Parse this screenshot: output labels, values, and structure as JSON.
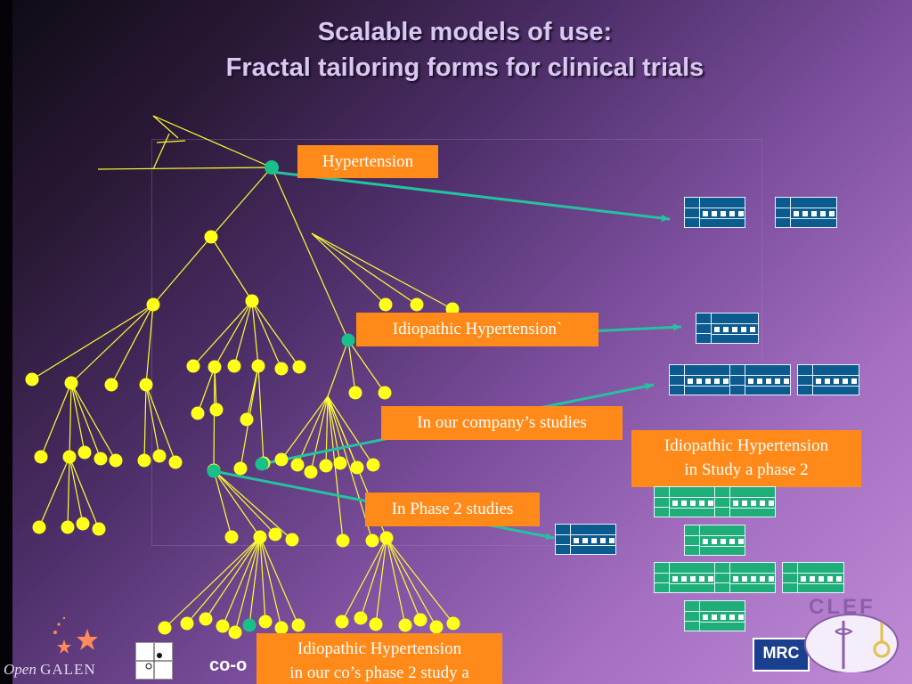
{
  "title": {
    "line1": "Scalable models of use:",
    "line2": "Fractal tailoring forms for clinical trials"
  },
  "labels": {
    "hypertension": "Hypertension",
    "idiopathic": "Idiopathic  Hypertension`",
    "company": "In our company’s studies",
    "study_line1": "Idiopathic Hypertension",
    "study_line2": "in Study a phase 2",
    "phase2": "In Phase 2 studies",
    "co_line1": "Idiopathic Hypertension",
    "co_line2": "in our co’s phase 2 study a"
  },
  "footer": {
    "galen_prefix": "Open",
    "galen_suffix": "GALEN",
    "co_text": "co-o",
    "mrc": "MRC",
    "clef": "CLEF"
  },
  "colors": {
    "node": "#ffff1a",
    "key_node": "#19c08a",
    "arrow": "#23c3a0",
    "label_bg": "#ff8a1a",
    "form_blue": "#0b5b8f",
    "form_green": "#1fae78"
  }
}
